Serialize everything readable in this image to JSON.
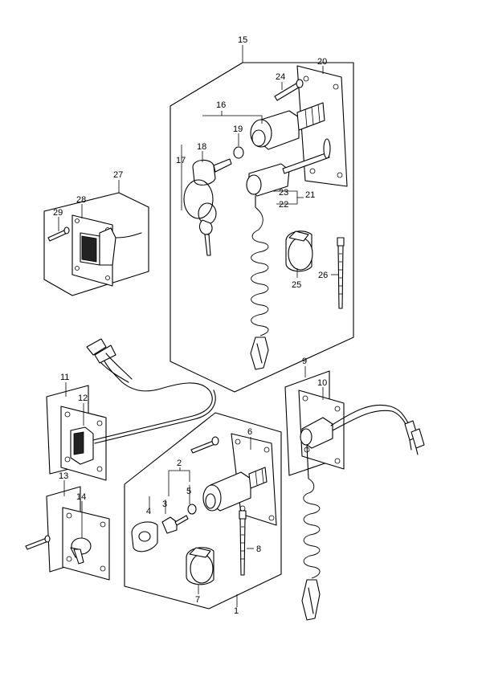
{
  "callouts": {
    "c1": "1",
    "c2": "2",
    "c3": "3",
    "c4": "4",
    "c5": "5",
    "c6": "6",
    "c7": "7",
    "c8": "8",
    "c9": "9",
    "c10": "10",
    "c11": "11",
    "c12": "12",
    "c13": "13",
    "c14": "14",
    "c15": "15",
    "c16": "16",
    "c17": "17",
    "c18": "18",
    "c19": "19",
    "c20": "20",
    "c21": "21",
    "c22": "22",
    "c23": "23",
    "c24": "24",
    "c25": "25",
    "c26": "26",
    "c27": "27",
    "c28": "28",
    "c29": "29"
  },
  "colors": {
    "line": "#000000",
    "background": "#ffffff"
  }
}
